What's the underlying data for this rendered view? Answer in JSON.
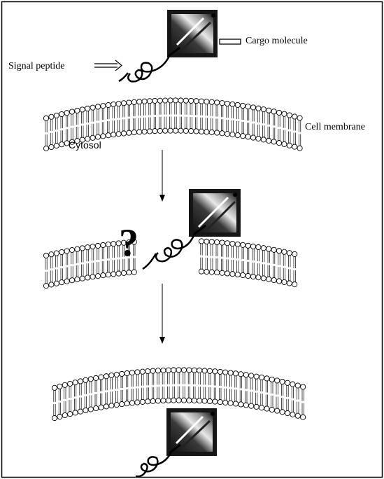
{
  "labels": {
    "cargo_molecule": "Cargo molecule",
    "signal_peptide": "Signal peptide",
    "cell_membrane": "Cell membrane",
    "cytosol": "Cytosol",
    "question_mark": "?"
  },
  "colors": {
    "ink": "#000000",
    "paper": "#ffffff",
    "cargo_dark": "#1a1a1a",
    "cargo_light": "#f2f2f2"
  }
}
